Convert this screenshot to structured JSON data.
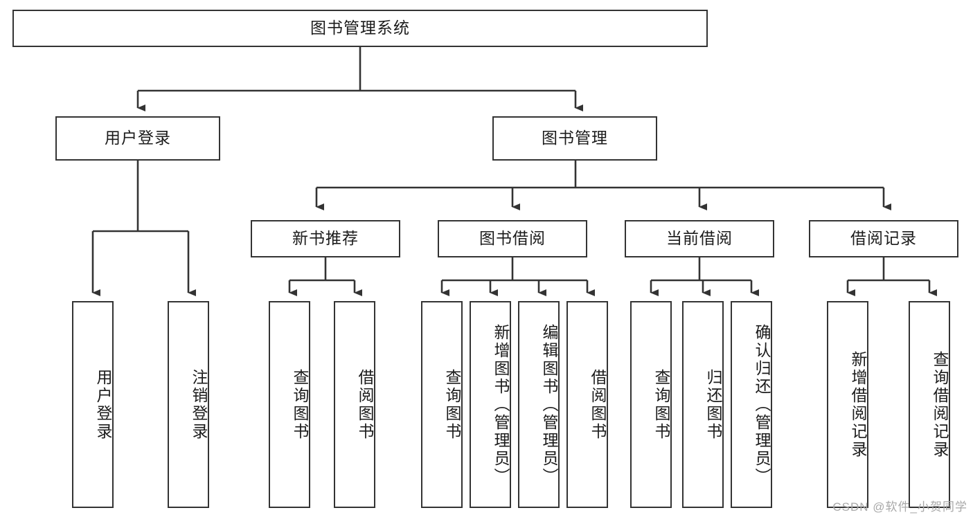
{
  "diagram": {
    "title_node": {
      "label": "图书管理系统"
    },
    "level2": [
      {
        "id": "user-login",
        "label": "用户登录"
      },
      {
        "id": "book-management",
        "label": "图书管理"
      }
    ],
    "level3": [
      {
        "id": "new-book-recommend",
        "label": "新书推荐"
      },
      {
        "id": "book-borrow",
        "label": "图书借阅"
      },
      {
        "id": "current-borrow",
        "label": "当前借阅"
      },
      {
        "id": "borrow-record",
        "label": "借阅记录"
      }
    ],
    "leaves": [
      {
        "id": "leaf-user-login",
        "label": "用户登录"
      },
      {
        "id": "leaf-logout-login",
        "label": "注销登录"
      },
      {
        "id": "leaf-query-book-1",
        "label": "查询图书"
      },
      {
        "id": "leaf-borrow-book-1",
        "label": "借阅图书"
      },
      {
        "id": "leaf-query-book-2",
        "label": "查询图书"
      },
      {
        "id": "leaf-add-book-admin",
        "label": "新增图书（管理员）"
      },
      {
        "id": "leaf-edit-book-admin",
        "label": "编辑图书（管理员）"
      },
      {
        "id": "leaf-borrow-book-2",
        "label": "借阅图书"
      },
      {
        "id": "leaf-query-book-3",
        "label": "查询图书"
      },
      {
        "id": "leaf-return-book",
        "label": "归还图书"
      },
      {
        "id": "leaf-confirm-return-admin",
        "label": "确认归还（管理员）"
      },
      {
        "id": "leaf-add-borrow-record",
        "label": "新增借阅记录"
      },
      {
        "id": "leaf-query-borrow-record",
        "label": "查询借阅记录"
      }
    ],
    "watermark": "CSDN @软件_小贺同学",
    "colors": {
      "stroke": "#333333",
      "text": "#1b1b1b",
      "background": "#ffffff",
      "watermark": "#a8a8a8"
    }
  }
}
